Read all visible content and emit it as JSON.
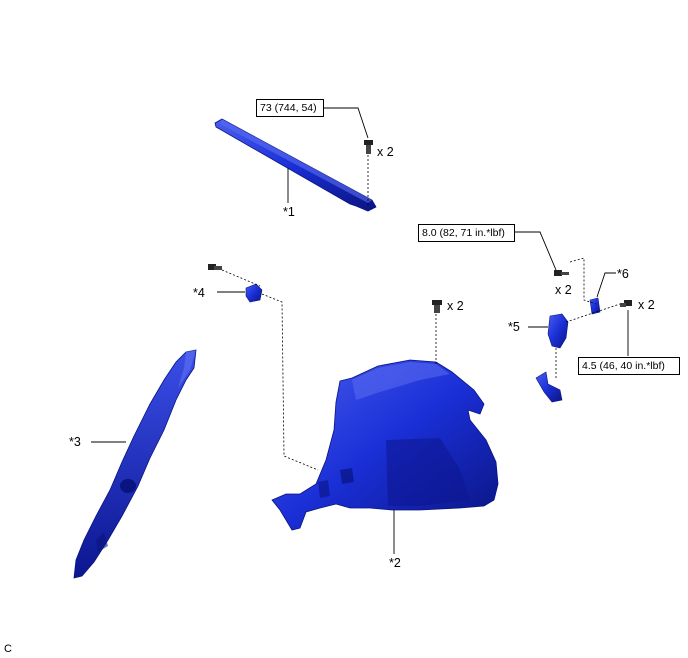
{
  "torque_specs": {
    "t1": "73 (744, 54)",
    "t2": "8.0 (82, 71 in.*lbf)",
    "t3": "4.5 (46, 40 in.*lbf)"
  },
  "callouts": {
    "p1": "*1",
    "p2": "*2",
    "p3": "*3",
    "p4": "*4",
    "p5": "*5",
    "p6": "*6"
  },
  "quantities": {
    "q1": "x 2",
    "q2": "x 2",
    "q3": "x 2",
    "q4": "x 2"
  },
  "figure_code": "C",
  "colors": {
    "part_fill": "#1a2fd6",
    "part_shadow": "#0a1480",
    "part_light": "#5a6cf0",
    "line": "#000000"
  }
}
